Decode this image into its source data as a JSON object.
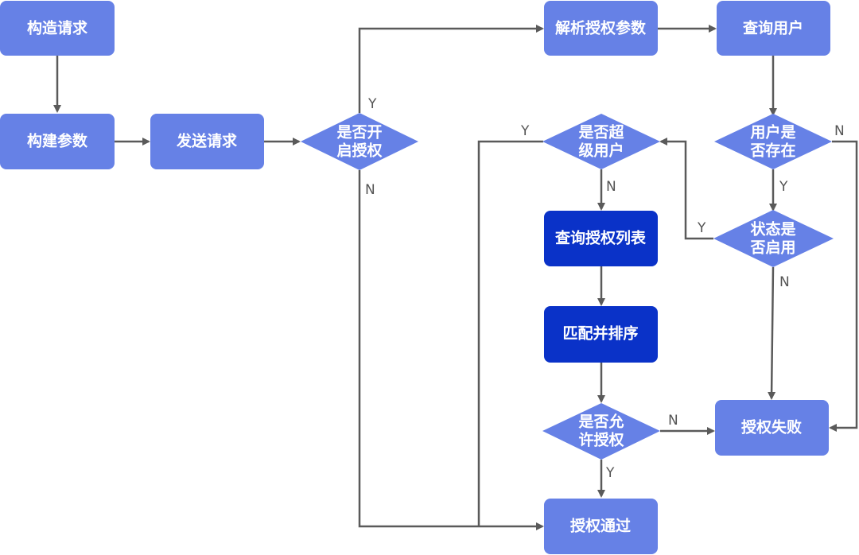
{
  "colors": {
    "node_light": "#6681e6",
    "node_dark": "#0a32c8",
    "edge": "#5a5a5a",
    "edge_label": "#555555",
    "node_text": "#ffffff"
  },
  "nodes": {
    "construct_request": "构造请求",
    "build_params": "构建参数",
    "send_request": "发送请求",
    "auth_enabled": [
      "是否开",
      "启授权"
    ],
    "parse_auth_params": "解析授权参数",
    "query_user": "查询用户",
    "user_exists": [
      "用户是",
      "否存在"
    ],
    "is_superuser": [
      "是否超",
      "级用户"
    ],
    "query_auth_list": "查询授权列表",
    "match_sort": "匹配并排序",
    "status_enabled": [
      "状态是",
      "否启用"
    ],
    "auth_allowed": [
      "是否允",
      "许授权"
    ],
    "auth_failed": "授权失败",
    "auth_passed": "授权通过"
  },
  "edge_labels": {
    "auth_enabled_yes": "Y",
    "auth_enabled_no": "N",
    "superuser_yes": "Y",
    "superuser_no": "N",
    "user_exists_yes": "Y",
    "user_exists_no": "N",
    "status_yes": "Y",
    "status_no": "N",
    "allowed_yes": "Y",
    "allowed_no": "N"
  }
}
